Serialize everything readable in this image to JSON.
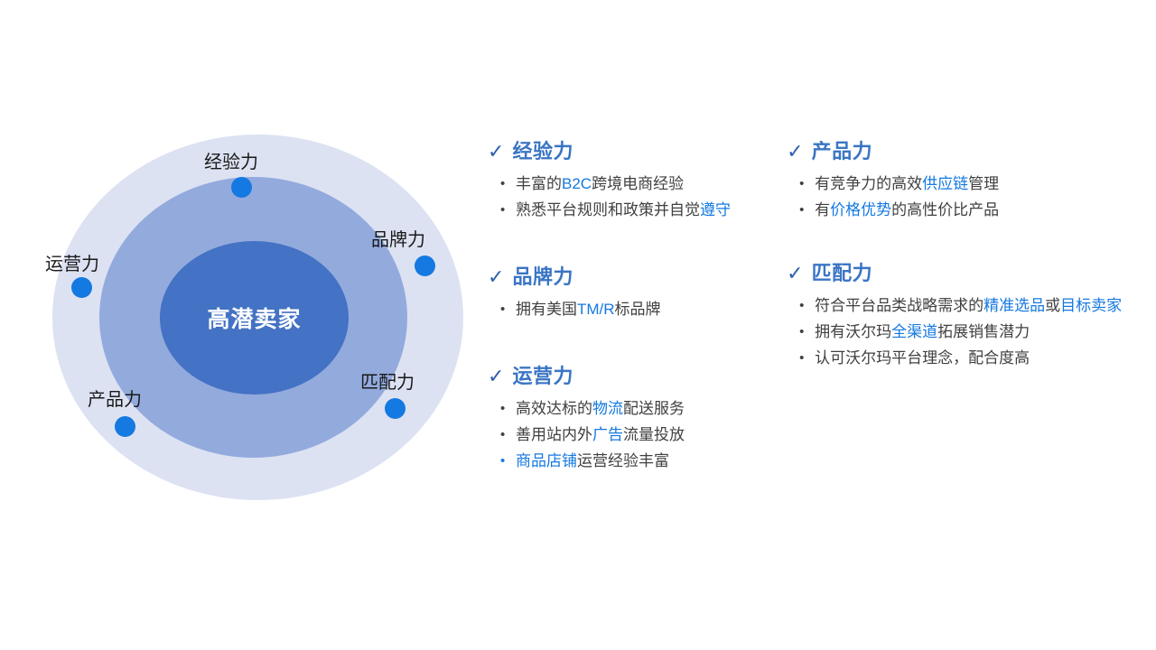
{
  "diagram": {
    "center_label": "高潜卖家",
    "nodes": [
      {
        "id": "experience",
        "label": "经验力",
        "dot_icon": "node-dot-icon"
      },
      {
        "id": "brand",
        "label": "品牌力",
        "dot_icon": "node-dot-icon"
      },
      {
        "id": "match",
        "label": "匹配力",
        "dot_icon": "node-dot-icon"
      },
      {
        "id": "product",
        "label": "产品力",
        "dot_icon": "node-dot-icon"
      },
      {
        "id": "operation",
        "label": "运营力",
        "dot_icon": "node-dot-icon"
      }
    ],
    "colors": {
      "outer_ring": "#dce2f2",
      "middle_ring": "#93aadd",
      "inner_circle": "#4472c4",
      "dot": "#1479e0",
      "center_text": "#ffffff"
    }
  },
  "content": {
    "check_icon": "✓",
    "colors": {
      "heading": "#3a75c4",
      "highlight": "#1479e0",
      "body": "#404040"
    },
    "left_column": [
      {
        "title": "经验力",
        "bullets": [
          {
            "parts": [
              {
                "t": "丰富的",
                "hl": false
              },
              {
                "t": "B2C",
                "hl": true
              },
              {
                "t": "跨境电商经验",
                "hl": false
              }
            ],
            "accent_bullet": false
          },
          {
            "parts": [
              {
                "t": "熟悉平台规则和政策并自觉",
                "hl": false
              },
              {
                "t": "遵守",
                "hl": true
              }
            ],
            "accent_bullet": false
          }
        ]
      },
      {
        "title": "品牌力",
        "bullets": [
          {
            "parts": [
              {
                "t": "拥有美国",
                "hl": false
              },
              {
                "t": "TM/R",
                "hl": true
              },
              {
                "t": "标品牌",
                "hl": false
              }
            ],
            "accent_bullet": false
          }
        ]
      },
      {
        "title": "运营力",
        "bullets": [
          {
            "parts": [
              {
                "t": "高效达标的",
                "hl": false
              },
              {
                "t": "物流",
                "hl": true
              },
              {
                "t": "配送服务",
                "hl": false
              }
            ],
            "accent_bullet": false
          },
          {
            "parts": [
              {
                "t": "善用站内外",
                "hl": false
              },
              {
                "t": "广告",
                "hl": true
              },
              {
                "t": "流量投放",
                "hl": false
              }
            ],
            "accent_bullet": false
          },
          {
            "parts": [
              {
                "t": "商品店铺",
                "hl": true
              },
              {
                "t": "运营经验丰富",
                "hl": false
              }
            ],
            "accent_bullet": true
          }
        ]
      }
    ],
    "right_column": [
      {
        "title": "产品力",
        "bullets": [
          {
            "parts": [
              {
                "t": "有竞争力的高效",
                "hl": false
              },
              {
                "t": "供应链",
                "hl": true
              },
              {
                "t": "管理",
                "hl": false
              }
            ],
            "accent_bullet": false
          },
          {
            "parts": [
              {
                "t": "有",
                "hl": false
              },
              {
                "t": "价格优势",
                "hl": true
              },
              {
                "t": "的高性价比产品",
                "hl": false
              }
            ],
            "accent_bullet": false
          }
        ]
      },
      {
        "title": "匹配力",
        "bullets": [
          {
            "parts": [
              {
                "t": "符合平台品类战略需求的",
                "hl": false
              },
              {
                "t": "精准选品",
                "hl": true
              },
              {
                "t": "或",
                "hl": false
              },
              {
                "t": "目标卖家",
                "hl": true
              }
            ],
            "accent_bullet": false
          },
          {
            "parts": [
              {
                "t": "拥有沃尔玛",
                "hl": false
              },
              {
                "t": "全渠道",
                "hl": true
              },
              {
                "t": "拓展销售潜力",
                "hl": false
              }
            ],
            "accent_bullet": false
          },
          {
            "parts": [
              {
                "t": "认可沃尔玛平台理念，配合度高",
                "hl": false
              }
            ],
            "accent_bullet": false
          }
        ]
      }
    ]
  }
}
